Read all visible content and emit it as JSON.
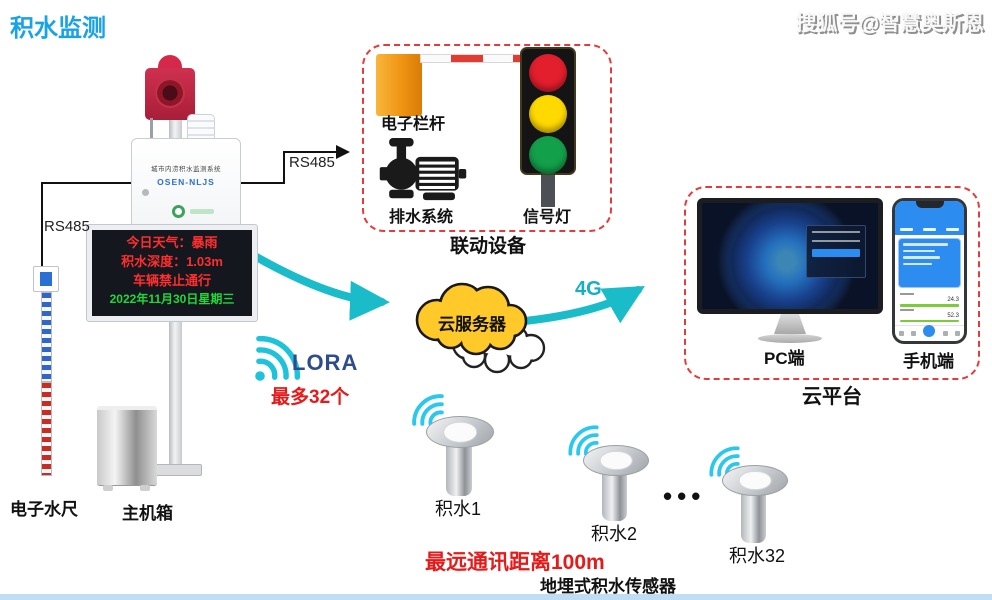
{
  "title": "积水监测",
  "watermark": "搜狐号@智慧奥斯恩",
  "station": {
    "box_line1": "城市内涝积水监测系统",
    "box_line2": "OSEN-NLJS",
    "led": {
      "line1": "今日天气：暴雨",
      "line2": "积水深度：1.03m",
      "line3": "车辆禁止通行",
      "line4": "2022年11月30日星期三"
    },
    "water_ruler_label": "电子水尺",
    "main_box_label": "主机箱",
    "rs485_left": "RS485",
    "rs485_right": "RS485"
  },
  "linkage": {
    "title": "联动设备",
    "barrier_label": "电子栏杆",
    "drainage_label": "排水系统",
    "signal_label": "信号灯"
  },
  "cloud": {
    "server_label": "云服务器",
    "network_label": "4G"
  },
  "lora": {
    "label": "LORA",
    "max_label": "最多32个"
  },
  "platform": {
    "title": "云平台",
    "pc_label": "PC端",
    "mobile_label": "手机端",
    "phone_value1": "24.3",
    "phone_value2": "52.3"
  },
  "sensors": {
    "s1": "积水1",
    "s2": "积水2",
    "s3": "积水32",
    "dots": "•••",
    "distance_label": "最远通讯距离100m",
    "type_label": "地埋式积水传感器"
  },
  "colors": {
    "accent_blue": "#18A3E6",
    "teal": "#1ABCC9",
    "dashed_red": "#E53B3B",
    "lora_navy": "#2F4C8F"
  }
}
